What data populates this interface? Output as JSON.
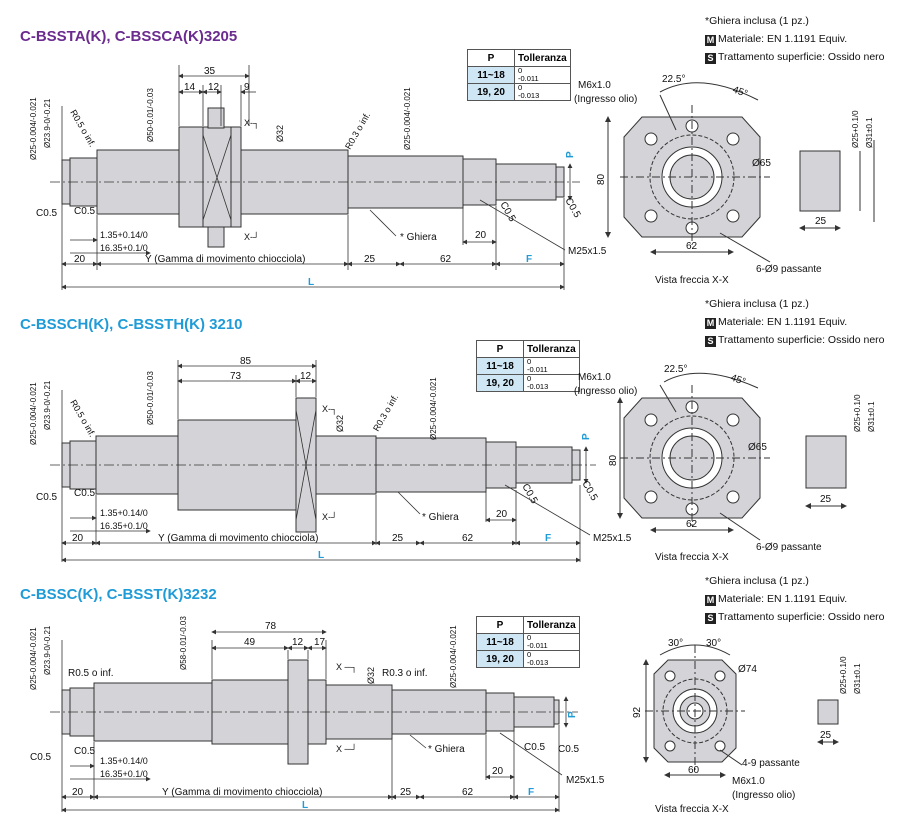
{
  "sections": [
    {
      "title": "C-BSSTA(K), C-BSSCA(K)3205",
      "title_color": "#6b2b8f",
      "notes": [
        "*Ghiera inclusa (1 pz.)",
        "Materiale: EN 1.1191 Equiv.",
        "Trattamento superficie: Ossido nero"
      ],
      "badges": [
        "M",
        "S"
      ],
      "table": {
        "h1": "P",
        "h2": "Tolleranza",
        "rows": [
          {
            "p": "11~18",
            "t1": "0",
            "t2": "-0.011"
          },
          {
            "p": "19, 20",
            "t1": "0",
            "t2": "-0.013"
          }
        ]
      },
      "dims": {
        "d35": "35",
        "d14": "14",
        "d12": "12",
        "d9": "9",
        "d25tol": "Ø25-0.004/-0.021",
        "d239": "Ø23.9-0/-0.21",
        "r05": "R0.5 o inf.",
        "d50": "Ø50-0.01/-0.03",
        "d32": "Ø32",
        "r03": "R0.3 o inf.",
        "d25b": "Ø25-0.004/-0.021",
        "p": "P",
        "c05a": "C0.5",
        "c05b": "C0.5",
        "c05c": "C0.5",
        "c05d": "C0.5",
        "d135": "1.35+0.14/0",
        "d1635": "16.35+0.1/0",
        "d20a": "20",
        "y": "Y (Gamma di movimento chiocciola)",
        "d25": "25",
        "d62": "62",
        "f": "F",
        "ghiera": "* Ghiera",
        "d20b": "20",
        "m25": "M25x1.5",
        "l": "L",
        "xtop": "X-┐",
        "xbot": "X-┘"
      },
      "view": {
        "m6": "M6x1.0",
        "oil": "(Ingresso olio)",
        "a225": "22.5°",
        "a45": "45°",
        "d80": "80",
        "d65": "Ø65",
        "d62": "62",
        "holes": "6-Ø9 passante",
        "caption": "Vista freccia X-X"
      },
      "nut": {
        "d25": "Ø25+0.1/0",
        "d31": "Ø31±0.1",
        "w": "25"
      }
    },
    {
      "title": "C-BSSCH(K), C-BSSTH(K) 3210",
      "title_color": "#1f9bd7",
      "notes": [
        "*Ghiera inclusa (1 pz.)",
        "Materiale: EN 1.1191 Equiv.",
        "Trattamento superficie: Ossido nero"
      ],
      "badges": [
        "M",
        "S"
      ],
      "table": {
        "h1": "P",
        "h2": "Tolleranza",
        "rows": [
          {
            "p": "11~18",
            "t1": "0",
            "t2": "-0.011"
          },
          {
            "p": "19, 20",
            "t1": "0",
            "t2": "-0.013"
          }
        ]
      },
      "dims": {
        "d85": "85",
        "d73": "73",
        "d12": "12",
        "d25tol": "Ø25-0.004/-0.021",
        "d239": "Ø23.9-0/-0.21",
        "r05": "R0.5 o inf.",
        "d50": "Ø50-0.01/-0.03",
        "d32": "Ø32",
        "r03": "R0.3 o inf.",
        "d25b": "Ø25-0.004/-0.021",
        "p": "P",
        "c05a": "C0.5",
        "c05b": "C0.5",
        "c05c": "C0.5",
        "c05d": "C0.5",
        "d135": "1.35+0.14/0",
        "d1635": "16.35+0.1/0",
        "d20a": "20",
        "y": "Y (Gamma di movimento chiocciola)",
        "d25": "25",
        "d62": "62",
        "f": "F",
        "ghiera": "* Ghiera",
        "d20b": "20",
        "m25": "M25x1.5",
        "l": "L",
        "xtop": "X-┐",
        "xbot": "X-┘"
      },
      "view": {
        "m6": "M6x1.0",
        "oil": "(Ingresso olio)",
        "a225": "22.5°",
        "a45": "45°",
        "d80": "80",
        "d65": "Ø65",
        "d62": "62",
        "holes": "6-Ø9 passante",
        "caption": "Vista freccia X-X"
      },
      "nut": {
        "d25": "Ø25+0.1/0",
        "d31": "Ø31±0.1",
        "w": "25"
      }
    },
    {
      "title": "C-BSSC(K), C-BSST(K)3232",
      "title_color": "#1f9bd7",
      "notes": [
        "*Ghiera inclusa (1 pz.)",
        "Materiale: EN 1.1191 Equiv.",
        "Trattamento superficie: Ossido nero"
      ],
      "badges": [
        "M",
        "S"
      ],
      "table": {
        "h1": "P",
        "h2": "Tolleranza",
        "rows": [
          {
            "p": "11~18",
            "t1": "0",
            "t2": "-0.011"
          },
          {
            "p": "19, 20",
            "t1": "0",
            "t2": "-0.013"
          }
        ]
      },
      "dims": {
        "d78": "78",
        "d49": "49",
        "d12": "12",
        "d17": "17",
        "d25tol": "Ø25-0.004/-0.021",
        "d239": "Ø23.9-0/-0.21",
        "r05": "R0.5 o inf.",
        "d58": "Ø58-0.01/-0.03",
        "d32": "Ø32",
        "r03": "R0.3 o inf.",
        "d25b": "Ø25-0.004/-0.021",
        "p": "P",
        "c05a": "C0.5",
        "c05b": "C0.5",
        "c05c": "C0.5",
        "c05d": "C0.5",
        "d135": "1.35+0.14/0",
        "d1635": "16.35+0.1/0",
        "d20a": "20",
        "y": "Y (Gamma di movimento chiocciola)",
        "d25": "25",
        "d62": "62",
        "f": "F",
        "ghiera": "* Ghiera",
        "d20b": "20",
        "m25": "M25x1.5",
        "l": "L",
        "xtop": "X ─┐",
        "xbot": "X ─┘"
      },
      "view": {
        "a30a": "30°",
        "a30b": "30°",
        "d74": "Ø74",
        "d92": "92",
        "d60": "60",
        "holes": "4-9 passante",
        "m6": "M6x1.0",
        "oil": "(Ingresso olio)",
        "caption": "Vista freccia X-X"
      },
      "nut": {
        "d25": "Ø25+0.1/0",
        "d31": "Ø31±0.1",
        "w": "25"
      }
    }
  ]
}
